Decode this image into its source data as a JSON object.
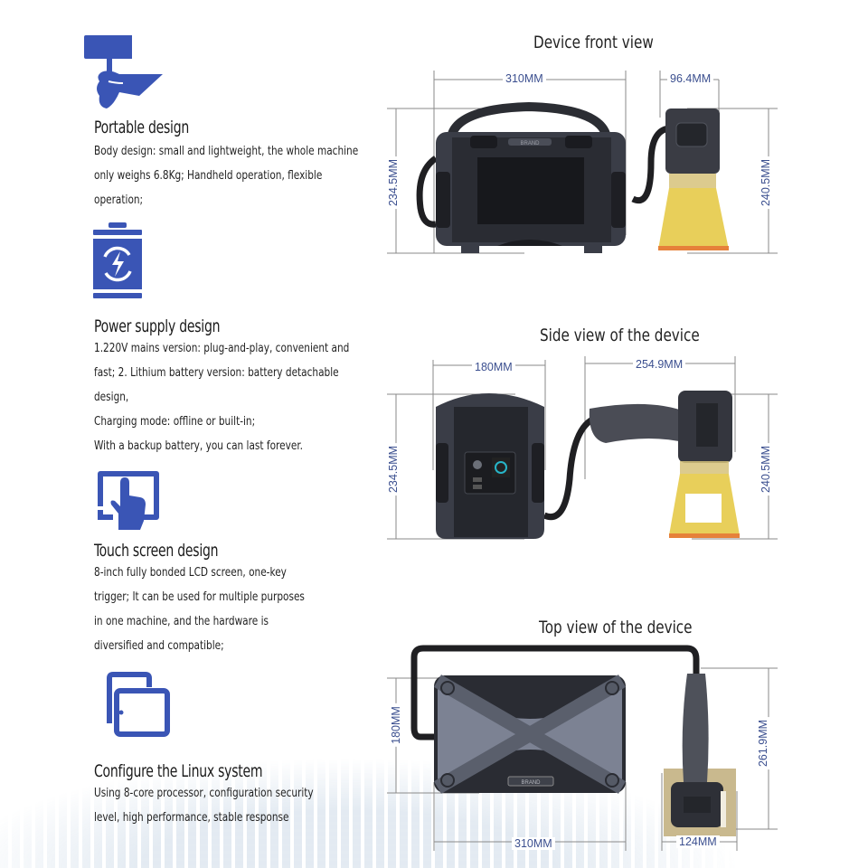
{
  "features": [
    {
      "icon": "handheld-device-icon",
      "title": "Portable design",
      "lines": [
        "Body design: small and lightweight, the whole machine",
        "only weighs 6.8Kg; Handheld operation, flexible",
        "operation;"
      ]
    },
    {
      "icon": "battery-charging-icon",
      "title": "Power supply design",
      "lines": [
        "1.220V mains version: plug-and-play, convenient and",
        "fast; 2. Lithium battery version: battery detachable",
        "design,",
        "Charging mode: offline or built-in;",
        "With a backup battery, you can last forever."
      ]
    },
    {
      "icon": "touch-screen-icon",
      "title": "Touch screen design",
      "lines": [
        "8-inch fully bonded LCD screen, one-key",
        "trigger; It can be used for multiple purposes",
        "in one machine, and the hardware is",
        "diversified and compatible;"
      ]
    },
    {
      "icon": "tablets-icon",
      "title": "Configure the Linux system",
      "lines": [
        "Using 8-core processor, configuration security",
        "level, high performance, stable response"
      ]
    }
  ],
  "views": {
    "front": {
      "title": "Device front view",
      "brand": "BRAND",
      "dims": {
        "body_width": "310MM",
        "head_width": "96.4MM",
        "body_height": "234.5MM",
        "head_height": "240.5MM"
      }
    },
    "side": {
      "title": "Side view of the device",
      "dims": {
        "body_width": "180MM",
        "head_length": "254.9MM",
        "body_height": "234.5MM",
        "head_height": "240.5MM"
      }
    },
    "top": {
      "title": "Top view of the device",
      "brand": "BRAND",
      "dims": {
        "body_depth": "180MM",
        "body_width": "310MM",
        "head_width": "124MM",
        "head_length": "261.9MM"
      }
    }
  },
  "colors": {
    "icon_blue": "#3a55b5",
    "dim_text": "#3b4f8f",
    "device_dark": "#2c2e36",
    "lens_yellow": "#e8cf5a"
  }
}
